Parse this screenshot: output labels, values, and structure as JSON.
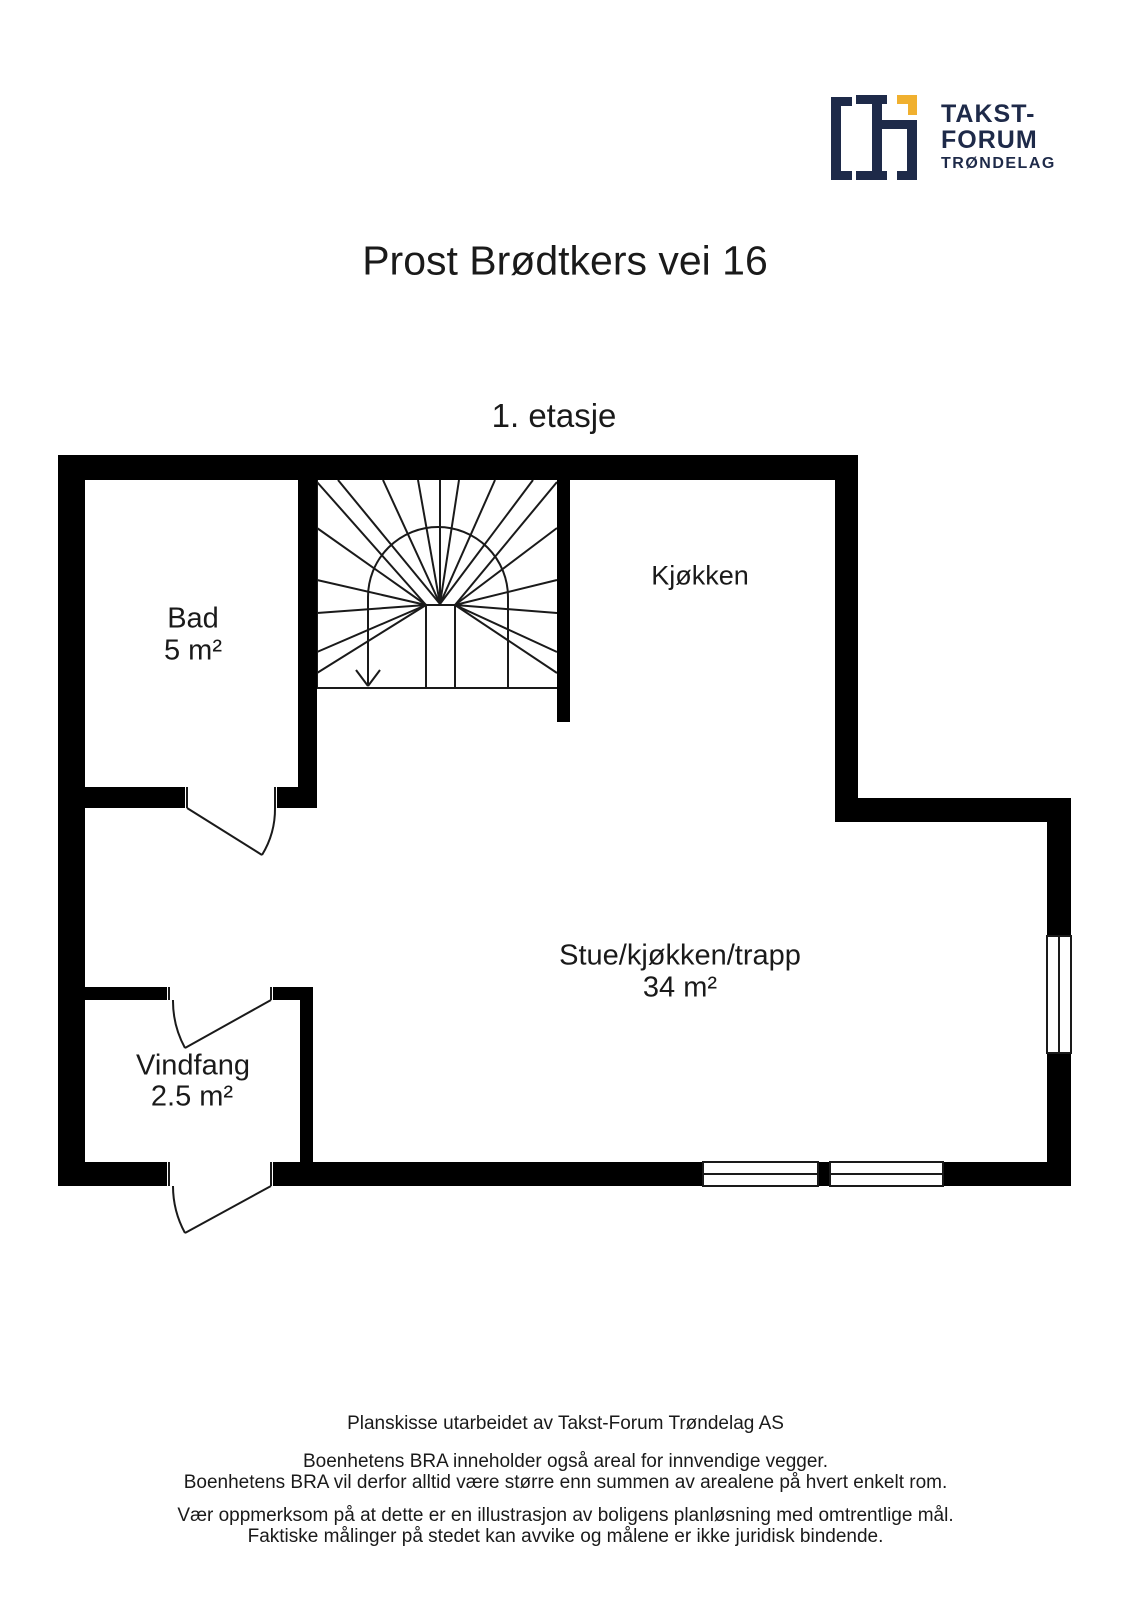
{
  "header": {
    "title": "Prost Brødtkers vei 16",
    "floor_label": "1. etasje"
  },
  "logo": {
    "company_line1": "TAKST-",
    "company_line2": "FORUM",
    "company_line3": "TRØNDELAG",
    "colors": {
      "navy": "#1e2a49",
      "gold": "#f0b02f"
    }
  },
  "floorplan": {
    "wall_color": "#000000",
    "rooms": [
      {
        "name": "Bad",
        "area": "5 m²"
      },
      {
        "name": "Kjøkken",
        "area": ""
      },
      {
        "name": "Stue/kjøkken/trapp",
        "area": "34 m²"
      },
      {
        "name": "Vindfang",
        "area": "2.5 m²"
      }
    ]
  },
  "footer": {
    "lines": [
      "Planskisse utarbeidet av Takst-Forum Trøndelag AS",
      "Boenhetens BRA inneholder også areal for innvendige vegger.",
      "Boenhetens BRA vil derfor alltid være større enn summen av arealene på hvert enkelt rom.",
      "Vær oppmerksom på at dette er en illustrasjon av boligens planløsning med omtrentlige mål.",
      "Faktiske målinger på stedet kan avvike og målene er ikke juridisk bindende."
    ]
  }
}
